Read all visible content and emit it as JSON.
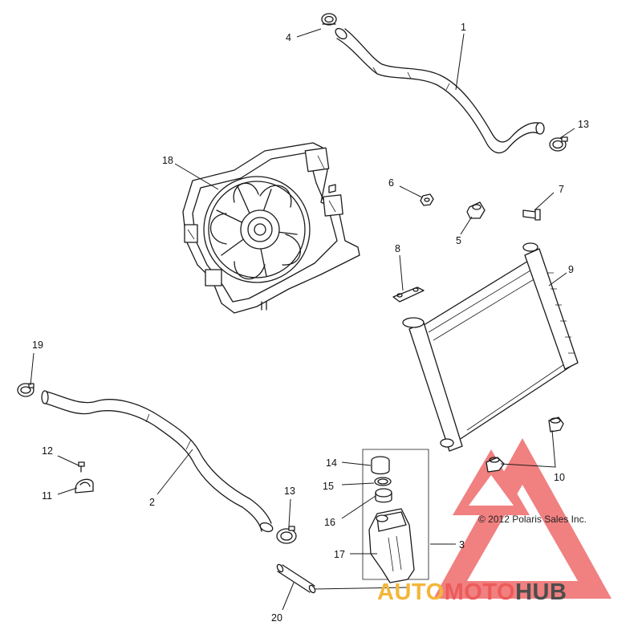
{
  "diagram": {
    "copyright": "© 2012 Polaris Sales Inc.",
    "callouts": [
      "1",
      "2",
      "3",
      "4",
      "5",
      "6",
      "7",
      "8",
      "9",
      "10",
      "11",
      "12",
      "13",
      "13",
      "14",
      "15",
      "16",
      "17",
      "18",
      "19",
      "20"
    ],
    "watermark": {
      "part1": "AUTO",
      "part2": "MOTO",
      "part3": "HUB",
      "colors": {
        "triangle": "#ef6b6b",
        "auto": "#f4b63a",
        "moto": "#ec5b5b",
        "hub": "#4d4d4d"
      }
    }
  }
}
